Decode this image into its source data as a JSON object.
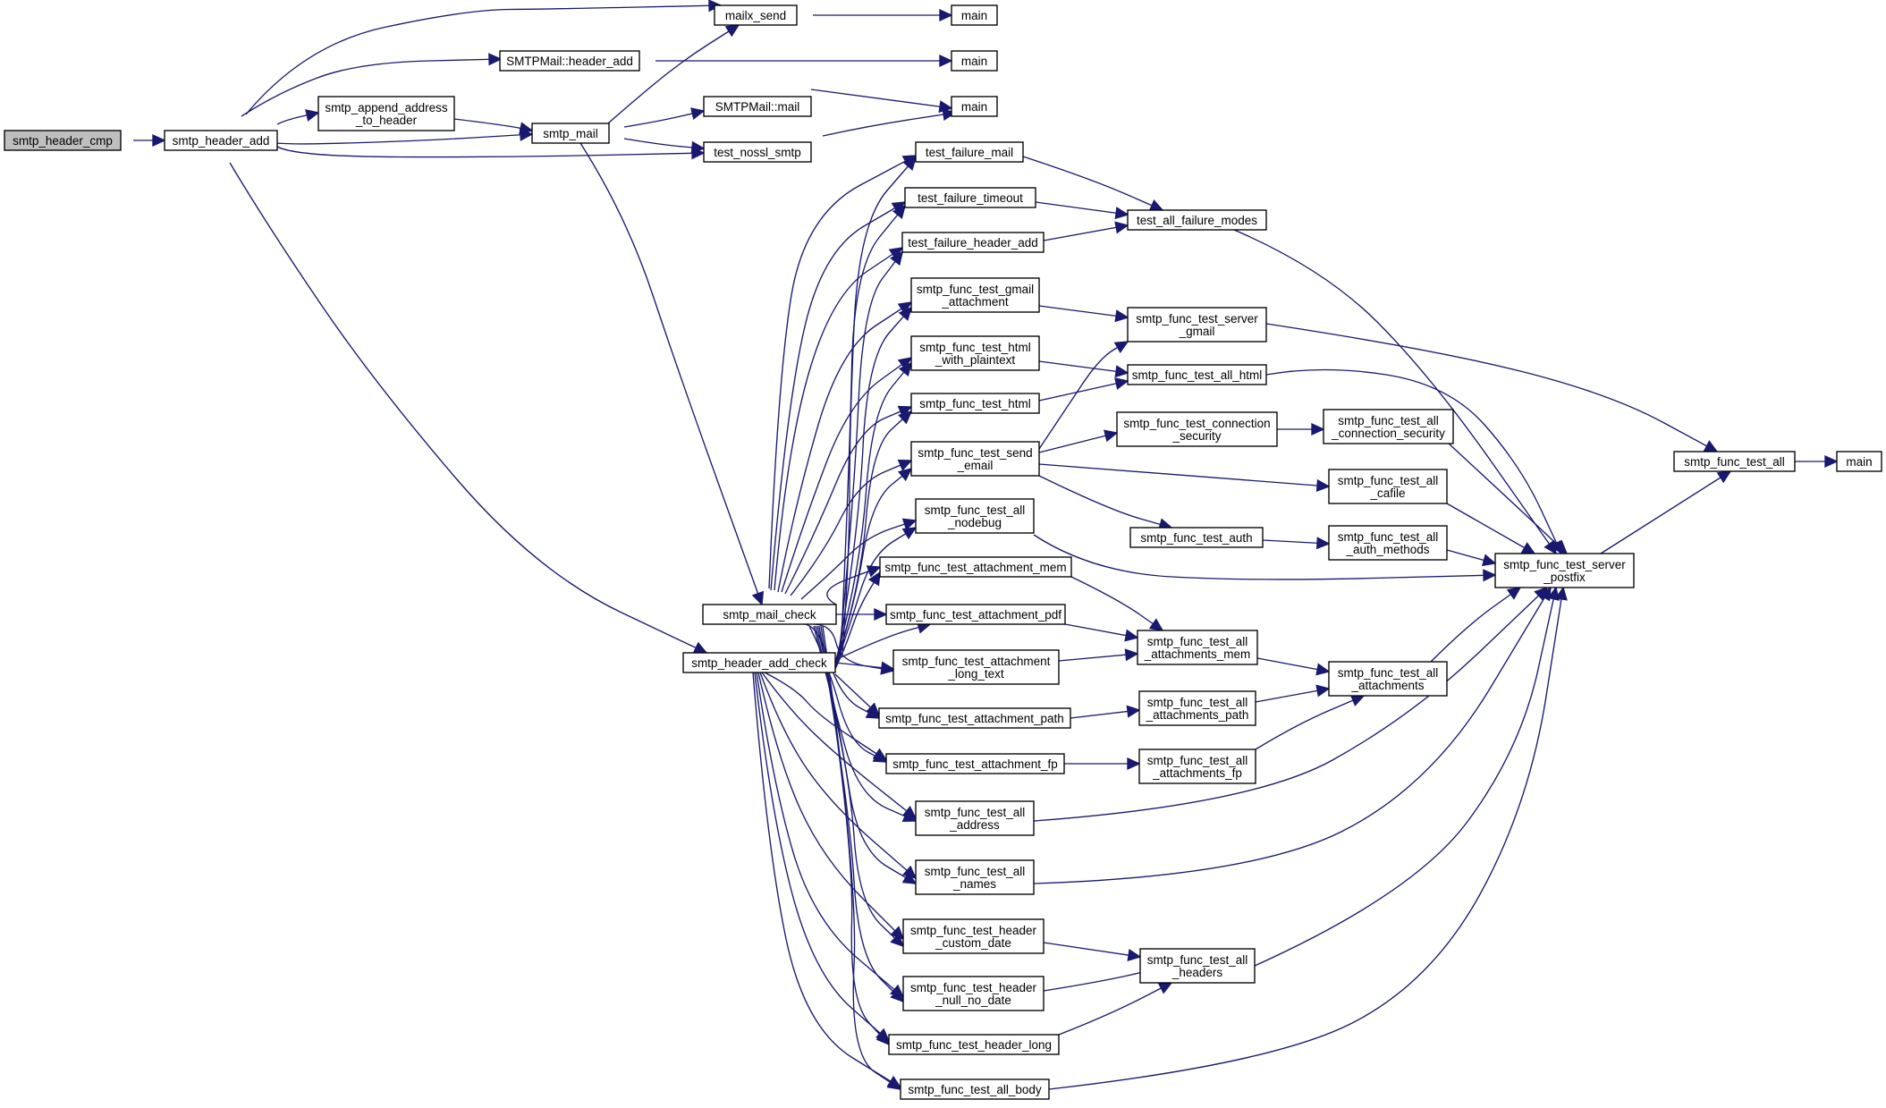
{
  "graph": {
    "edge_color": "#191970",
    "highlight_fill": "#bfbfbf",
    "nodes": [
      {
        "id": "header_cmp",
        "lines": [
          "smtp_header_cmp"
        ],
        "highlight": true
      },
      {
        "id": "header_add",
        "lines": [
          "smtp_header_add"
        ]
      },
      {
        "id": "mailx_send",
        "lines": [
          "mailx_send"
        ]
      },
      {
        "id": "main1",
        "lines": [
          "main"
        ]
      },
      {
        "id": "smtpmail_header_add",
        "lines": [
          "SMTPMail::header_add"
        ]
      },
      {
        "id": "main2",
        "lines": [
          "main"
        ]
      },
      {
        "id": "append_address",
        "lines": [
          "smtp_append_address",
          "_to_header"
        ]
      },
      {
        "id": "smtp_mail",
        "lines": [
          "smtp_mail"
        ]
      },
      {
        "id": "smtpmail_mail",
        "lines": [
          "SMTPMail::mail"
        ]
      },
      {
        "id": "main3",
        "lines": [
          "main"
        ]
      },
      {
        "id": "test_nossl_smtp",
        "lines": [
          "test_nossl_smtp"
        ]
      },
      {
        "id": "test_failure_mail",
        "lines": [
          "test_failure_mail"
        ]
      },
      {
        "id": "test_failure_timeout",
        "lines": [
          "test_failure_timeout"
        ]
      },
      {
        "id": "test_all_failure_modes",
        "lines": [
          "test_all_failure_modes"
        ]
      },
      {
        "id": "test_failure_header_add",
        "lines": [
          "test_failure_header_add"
        ]
      },
      {
        "id": "gmail_attachment",
        "lines": [
          "smtp_func_test_gmail",
          "_attachment"
        ]
      },
      {
        "id": "server_gmail",
        "lines": [
          "smtp_func_test_server",
          "_gmail"
        ]
      },
      {
        "id": "html_with_plaintext",
        "lines": [
          "smtp_func_test_html",
          "_with_plaintext"
        ]
      },
      {
        "id": "test_all_html",
        "lines": [
          "smtp_func_test_all_html"
        ]
      },
      {
        "id": "test_html",
        "lines": [
          "smtp_func_test_html"
        ]
      },
      {
        "id": "connection_security",
        "lines": [
          "smtp_func_test_connection",
          "_security"
        ]
      },
      {
        "id": "all_connection_security",
        "lines": [
          "smtp_func_test_all",
          "_connection_security"
        ]
      },
      {
        "id": "test_all",
        "lines": [
          "smtp_func_test_all"
        ]
      },
      {
        "id": "main4",
        "lines": [
          "main"
        ]
      },
      {
        "id": "send_email",
        "lines": [
          "smtp_func_test_send",
          "_email"
        ]
      },
      {
        "id": "all_cafile",
        "lines": [
          "smtp_func_test_all",
          "_cafile"
        ]
      },
      {
        "id": "all_nodebug",
        "lines": [
          "smtp_func_test_all",
          "_nodebug"
        ]
      },
      {
        "id": "test_auth",
        "lines": [
          "smtp_func_test_auth"
        ]
      },
      {
        "id": "all_auth_methods",
        "lines": [
          "smtp_func_test_all",
          "_auth_methods"
        ]
      },
      {
        "id": "server_postfix",
        "lines": [
          "smtp_func_test_server",
          "_postfix"
        ]
      },
      {
        "id": "attachment_mem",
        "lines": [
          "smtp_func_test_attachment_mem"
        ]
      },
      {
        "id": "mail_check",
        "lines": [
          "smtp_mail_check"
        ]
      },
      {
        "id": "attachment_pdf",
        "lines": [
          "smtp_func_test_attachment_pdf"
        ]
      },
      {
        "id": "all_attachments_mem",
        "lines": [
          "smtp_func_test_all",
          "_attachments_mem"
        ]
      },
      {
        "id": "header_add_check",
        "lines": [
          "smtp_header_add_check"
        ]
      },
      {
        "id": "attachment_long_text",
        "lines": [
          "smtp_func_test_attachment",
          "_long_text"
        ]
      },
      {
        "id": "all_attachments",
        "lines": [
          "smtp_func_test_all",
          "_attachments"
        ]
      },
      {
        "id": "attachment_path",
        "lines": [
          "smtp_func_test_attachment_path"
        ]
      },
      {
        "id": "all_attachments_path",
        "lines": [
          "smtp_func_test_all",
          "_attachments_path"
        ]
      },
      {
        "id": "attachment_fp",
        "lines": [
          "smtp_func_test_attachment_fp"
        ]
      },
      {
        "id": "all_attachments_fp",
        "lines": [
          "smtp_func_test_all",
          "_attachments_fp"
        ]
      },
      {
        "id": "all_address",
        "lines": [
          "smtp_func_test_all",
          "_address"
        ]
      },
      {
        "id": "all_names",
        "lines": [
          "smtp_func_test_all",
          "_names"
        ]
      },
      {
        "id": "header_custom_date",
        "lines": [
          "smtp_func_test_header",
          "_custom_date"
        ]
      },
      {
        "id": "all_headers",
        "lines": [
          "smtp_func_test_all",
          "_headers"
        ]
      },
      {
        "id": "header_null_no_date",
        "lines": [
          "smtp_func_test_header",
          "_null_no_date"
        ]
      },
      {
        "id": "header_long",
        "lines": [
          "smtp_func_test_header_long"
        ]
      },
      {
        "id": "all_body",
        "lines": [
          "smtp_func_test_all_body"
        ]
      }
    ]
  }
}
